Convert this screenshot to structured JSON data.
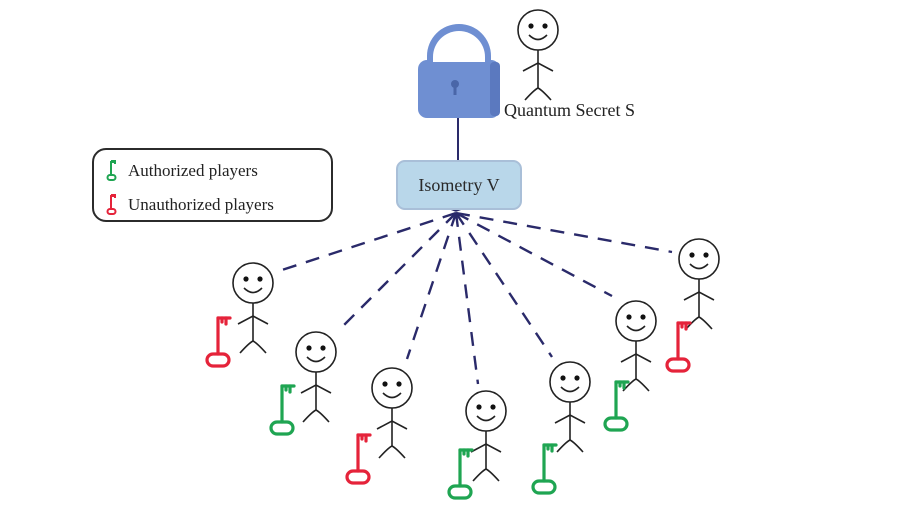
{
  "diagram": {
    "title": "Quantum secret sharing scheme",
    "secret_label": "Quantum Secret S",
    "isometry_label": "Isometry V",
    "legend": {
      "authorized_label": "Authorized players",
      "unauthorized_label": "Unauthorized players"
    },
    "colors": {
      "authorized": "#1fa552",
      "unauthorized": "#e5233a",
      "lock": "#6f8fd2",
      "connector": "#2a2a6a",
      "isometry_fill": "#b9d7ea"
    },
    "players": [
      {
        "id": 1,
        "status": "unauthorized"
      },
      {
        "id": 2,
        "status": "authorized"
      },
      {
        "id": 3,
        "status": "unauthorized"
      },
      {
        "id": 4,
        "status": "authorized"
      },
      {
        "id": 5,
        "status": "authorized"
      },
      {
        "id": 6,
        "status": "authorized"
      },
      {
        "id": 7,
        "status": "unauthorized"
      }
    ]
  }
}
